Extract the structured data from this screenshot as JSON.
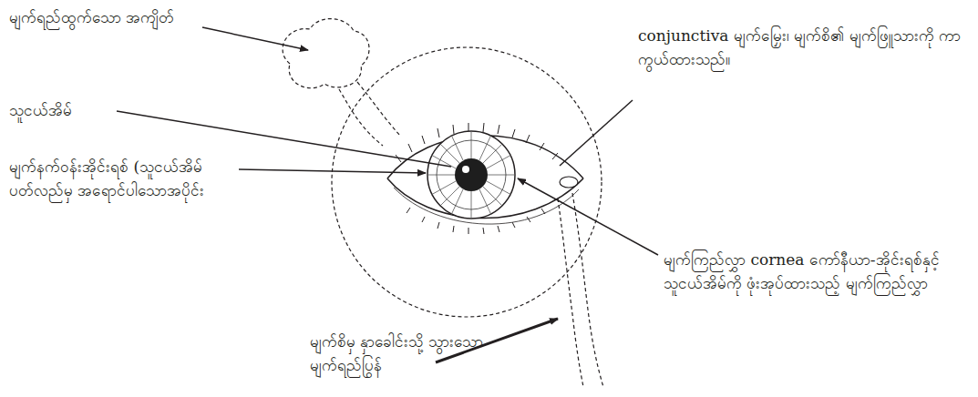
{
  "diagram": {
    "labels": [
      "မျက်ရည်ထွက်သော အကျိတ်",
      "သူငယ်အိမ်",
      "မျက်နက်ဝန်းအိုင်းရစ် (သူငယ်အိမ်ပတ်လည်မှ အရောင်ပါသောအပိုင်း",
      "conjunctiva မျက်မြှေး၊ မျက်စိ၏ မျက်ဖြူသားကို ကာကွယ်ထားသည်။",
      "မျက်ကြည်လွှာ cornea ကော်နီယာ-အိုင်းရစ်နှင့် သူငယ်အိမ်ကို ဖုံးအုပ်ထားသည့် မျက်ကြည်လွှာ",
      "မျက်စိမှ နှာခေါင်းသို့ သွားသော မျက်ရည်ပြွန်"
    ]
  }
}
